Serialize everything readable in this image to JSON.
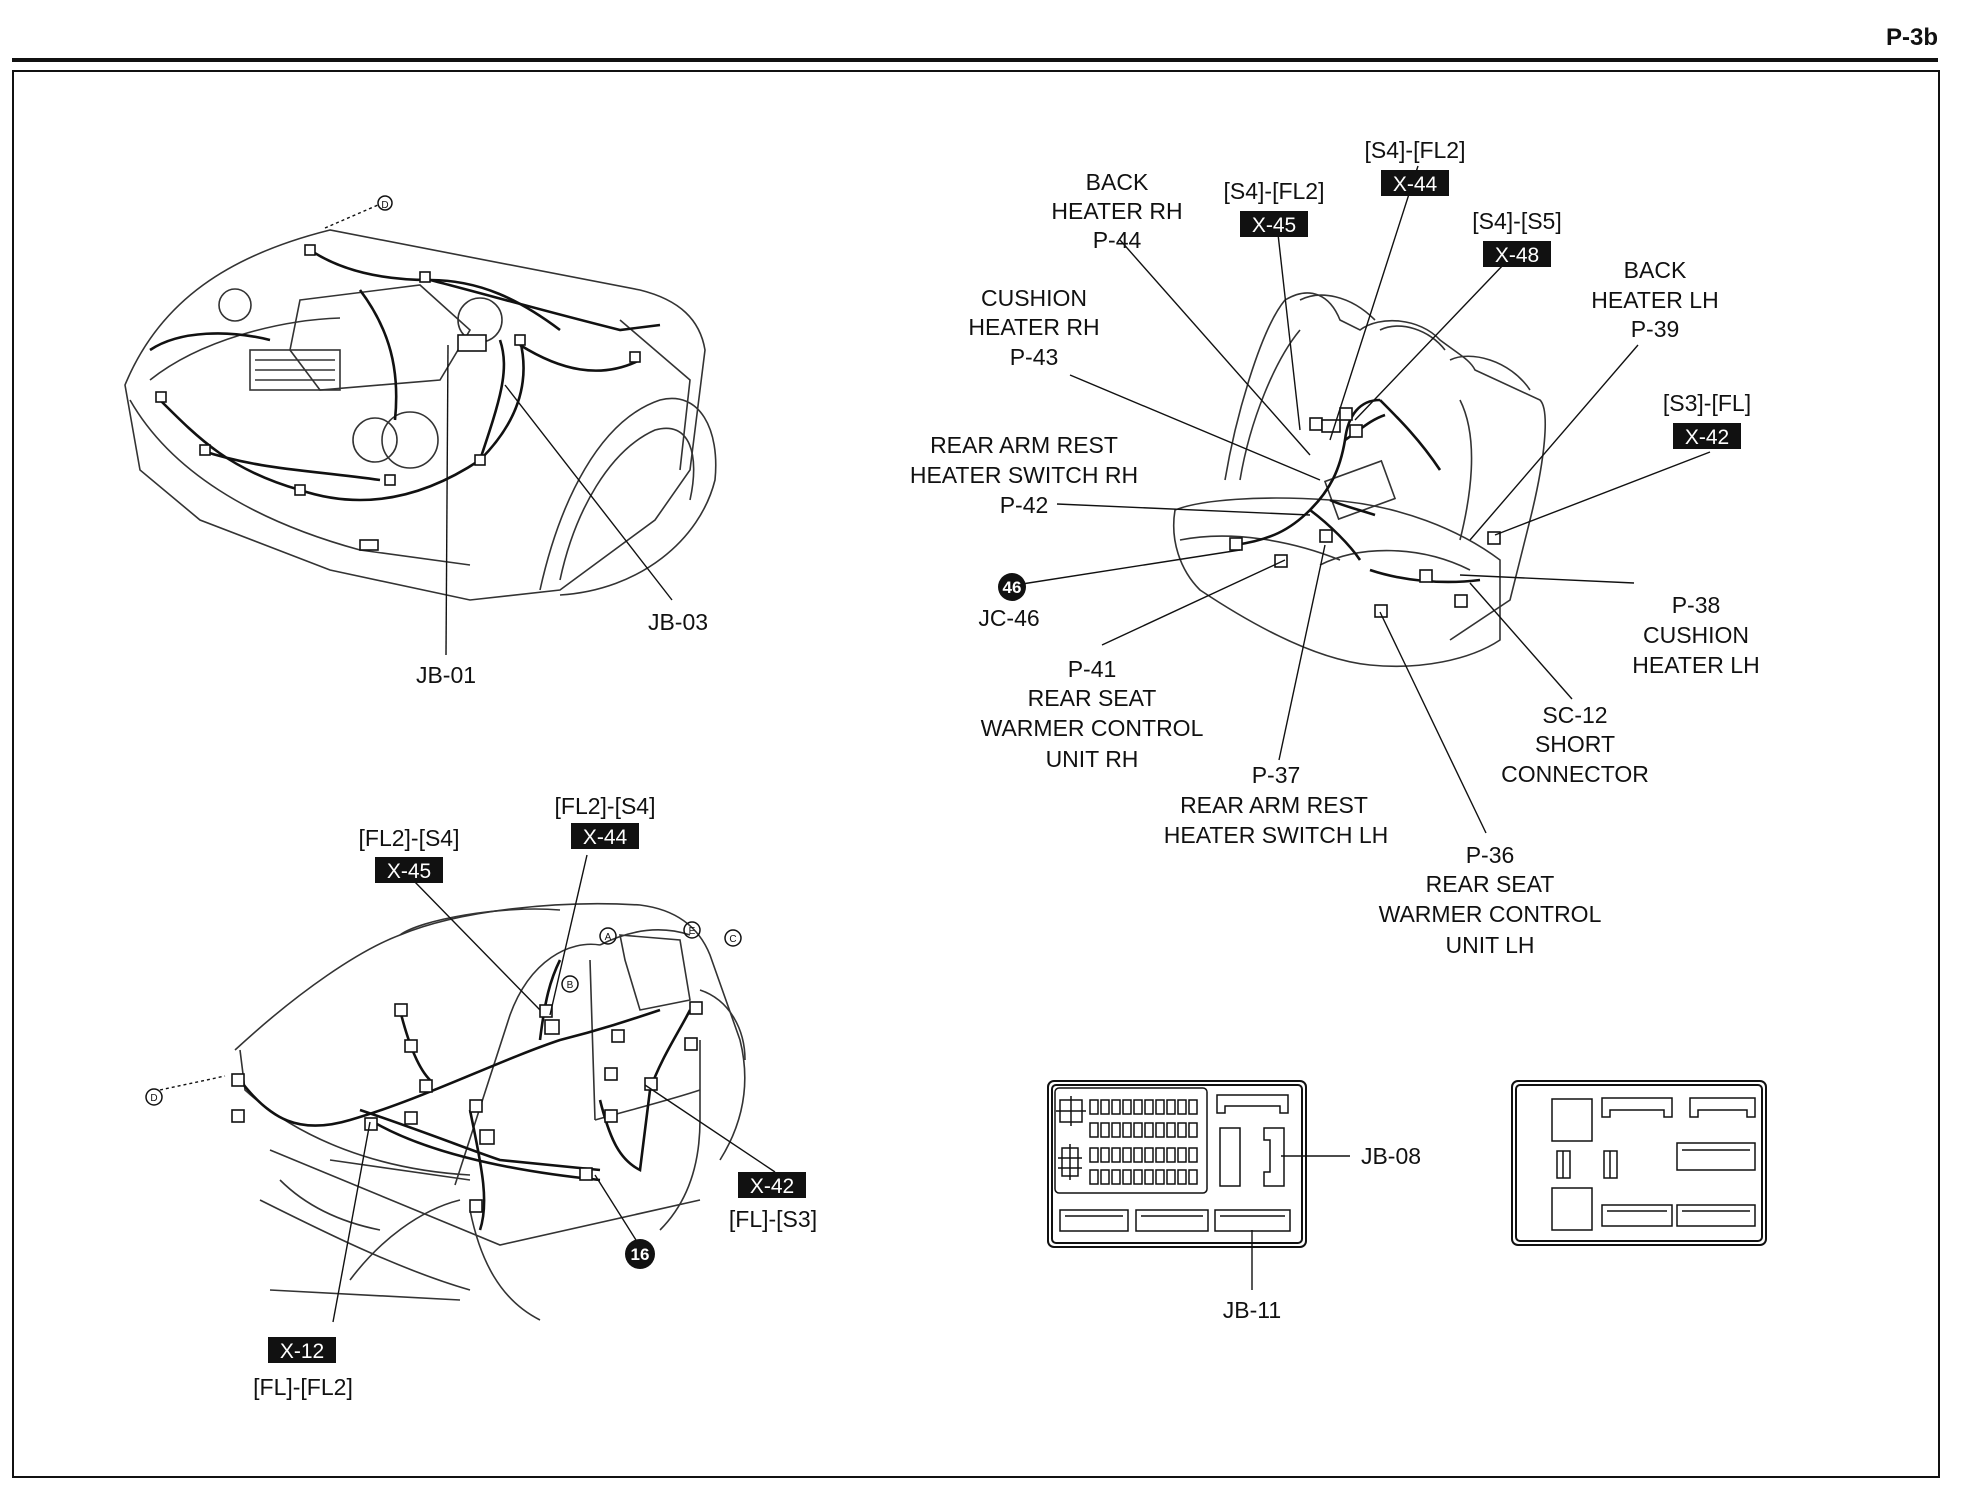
{
  "page_number": "P-3b",
  "engine_bay": {
    "labels": {
      "jb01": "JB-01",
      "jb03": "JB-03"
    },
    "markers": {
      "d": "D"
    }
  },
  "rear_seat": {
    "labels": {
      "back_heater_rh": [
        "BACK",
        "HEATER RH",
        "P-44"
      ],
      "cushion_heater_rh": [
        "CUSHION",
        "HEATER RH",
        "P-43"
      ],
      "rear_arm_rest_switch_rh": [
        "REAR ARM REST",
        "HEATER SWITCH RH",
        "P-42"
      ],
      "jc46": "JC-46",
      "jc46_bubble": "46",
      "p41": [
        "P-41",
        "REAR SEAT",
        "WARMER CONTROL",
        "UNIT RH"
      ],
      "p37": [
        "P-37",
        "REAR ARM REST",
        "HEATER SWITCH LH"
      ],
      "p36": [
        "P-36",
        "REAR SEAT",
        "WARMER CONTROL",
        "UNIT LH"
      ],
      "sc12": [
        "SC-12",
        "SHORT",
        "CONNECTOR"
      ],
      "p38": [
        "P-38",
        "CUSHION",
        "HEATER LH"
      ],
      "back_heater_lh": [
        "BACK",
        "HEATER LH",
        "P-39"
      ]
    },
    "connector_tags": [
      {
        "code": "[S4]-[FL2]",
        "tag": "X-45"
      },
      {
        "code": "[S4]-[FL2]",
        "tag": "X-44"
      },
      {
        "code": "[S4]-[S5]",
        "tag": "X-48"
      },
      {
        "code": "[S3]-[FL]",
        "tag": "X-42"
      }
    ]
  },
  "body_harness": {
    "connector_tags": [
      {
        "code": "[FL2]-[S4]",
        "tag": "X-45"
      },
      {
        "code": "[FL2]-[S4]",
        "tag": "X-44"
      },
      {
        "code": "[FL]-[S3]",
        "tag": "X-42"
      },
      {
        "code": "[FL]-[FL2]",
        "tag": "X-12"
      }
    ],
    "ground_bubble": "16",
    "markers": {
      "a": "A",
      "b": "B",
      "c": "C",
      "d": "D",
      "e": "E"
    }
  },
  "junction_boxes": {
    "labels": {
      "jb08": "JB-08",
      "jb11": "JB-11"
    }
  }
}
